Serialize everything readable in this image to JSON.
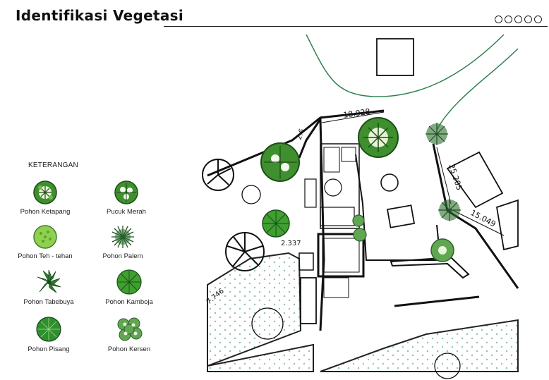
{
  "page": {
    "title": "Identifikasi Vegetasi"
  },
  "legend": {
    "title": "KETERANGAN",
    "items": [
      {
        "label": "Pohon Ketapang",
        "icon": "ketapang-tree-icon",
        "color": "#3f8f2f"
      },
      {
        "label": "Pucuk Merah",
        "icon": "pucuk-merah-tree-icon",
        "color": "#3f8f2f"
      },
      {
        "label": "Pohon Teh  - tehan",
        "icon": "teh-tehan-tree-icon",
        "color": "#8fd14f"
      },
      {
        "label": "Pohon Palem",
        "icon": "palem-tree-icon",
        "color": "#1f4f24"
      },
      {
        "label": "Pohon Tabebuya",
        "icon": "tabebuya-tree-icon",
        "color": "#2f7f2f"
      },
      {
        "label": "Pohon Kamboja",
        "icon": "kamboja-tree-icon",
        "color": "#3f9f2f"
      },
      {
        "label": "Pohon Pisang",
        "icon": "pisang-tree-icon",
        "color": "#2f8f2f"
      },
      {
        "label": "Pohon Kersen",
        "icon": "kersen-tree-icon",
        "color": "#5fa84f"
      }
    ]
  },
  "site_plan": {
    "dimensions": [
      "18.928",
      "25.205",
      "15.049",
      "2.337",
      "7.746",
      "2.6"
    ]
  }
}
